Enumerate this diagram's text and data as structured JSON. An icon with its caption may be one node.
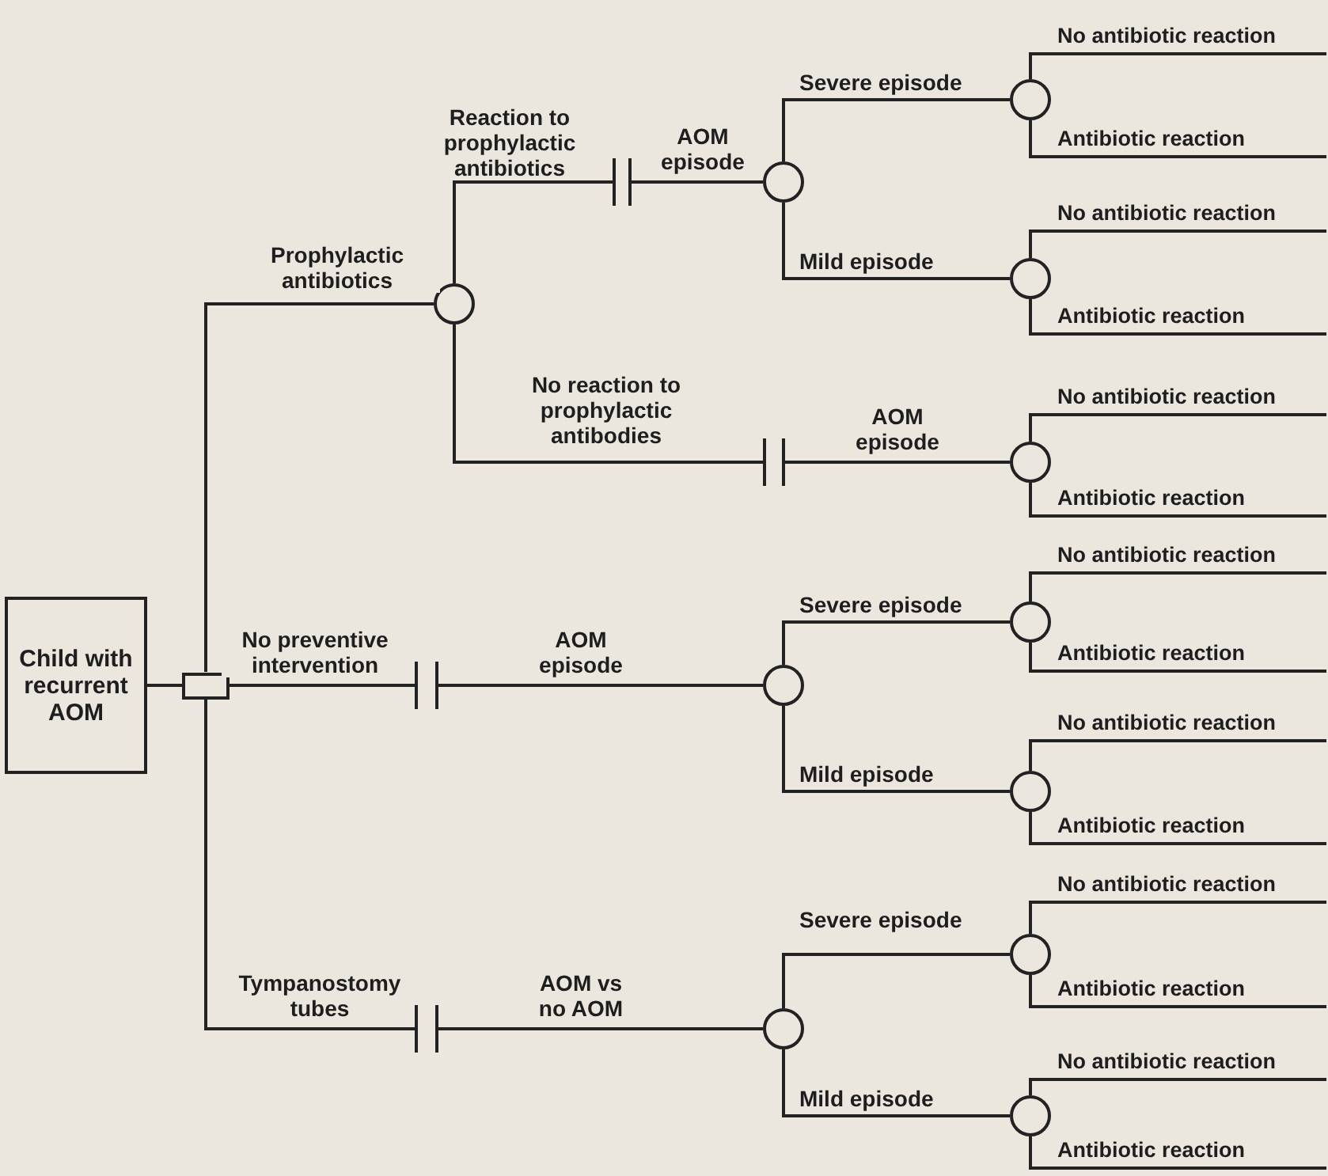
{
  "diagram": {
    "nodes": [
      {
        "text": [
          "Child with recurrent AOM"
        ]
      },
      {
        "text": [],
        "shape": "box"
      },
      {
        "text": [],
        "shape": "circle"
      },
      {
        "text": [],
        "shape": "bar"
      },
      {
        "text": [],
        "shape": "circle"
      },
      {
        "text": [],
        "shape": "bar"
      },
      {
        "text": [],
        "shape": "bar"
      },
      {
        "text": [],
        "shape": "circle"
      },
      {
        "text": [],
        "shape": "bar"
      },
      {
        "text": [],
        "shape": "circle"
      },
      {
        "text": [],
        "shape": "circle"
      },
      {
        "text": [],
        "shape": "circle"
      },
      {
        "text": [],
        "shape": "circle"
      },
      {
        "text": [],
        "shape": "circle"
      },
      {
        "text": [],
        "shape": "circle"
      },
      {
        "text": [],
        "shape": "circle"
      },
      {
        "text": [],
        "shape": "circle"
      }
    ],
    "edges": [
      {
        "from": 0,
        "to": 1,
        "arrow": "none"
      },
      {
        "from": 1,
        "to": 2,
        "arrow": "none",
        "label": "Prophylactic antibiotics"
      },
      {
        "from": 1,
        "to": 6,
        "arrow": "none",
        "label": "No preventive intervention"
      },
      {
        "from": 1,
        "to": 8,
        "arrow": "none",
        "label": "Tympanostomy tubes"
      },
      {
        "from": 2,
        "to": 3,
        "arrow": "none",
        "label": "Reaction to prophylactic antibiotics"
      },
      {
        "from": 3,
        "to": 4,
        "arrow": "none",
        "label": "AOM episode"
      },
      {
        "from": 2,
        "to": 5,
        "arrow": "none",
        "label": "No reaction to prophylactic antibodies"
      },
      {
        "from": 5,
        "to": 12,
        "arrow": "none",
        "label": "AOM episode"
      },
      {
        "from": 4,
        "to": 10,
        "arrow": "none",
        "label": "Severe episode"
      },
      {
        "from": 4,
        "to": 11,
        "arrow": "none",
        "label": "Mild episode"
      },
      {
        "from": 6,
        "to": 7,
        "arrow": "none",
        "label": "AOM episode"
      },
      {
        "from": 7,
        "to": 13,
        "arrow": "none",
        "label": "Severe episode"
      },
      {
        "from": 7,
        "to": 14,
        "arrow": "none",
        "label": "Mild episode"
      },
      {
        "from": 8,
        "to": 9,
        "arrow": "none",
        "label": "AOM vs no AOM"
      },
      {
        "from": 9,
        "to": 15,
        "arrow": "none",
        "label": "Severe episode"
      },
      {
        "from": 9,
        "to": 16,
        "arrow": "none",
        "label": "Mild episode"
      },
      {
        "from": 10,
        "to": null,
        "arrow": "none",
        "label": "No antibiotic reaction"
      },
      {
        "from": 10,
        "to": null,
        "arrow": "none",
        "label": "Antibiotic reaction"
      },
      {
        "from": 11,
        "to": null,
        "arrow": "none",
        "label": "No antibiotic reaction"
      },
      {
        "from": 11,
        "to": null,
        "arrow": "none",
        "label": "Antibiotic reaction"
      },
      {
        "from": 12,
        "to": null,
        "arrow": "none",
        "label": "No antibiotic reaction"
      },
      {
        "from": 12,
        "to": null,
        "arrow": "none",
        "label": "Antibiotic reaction"
      },
      {
        "from": 13,
        "to": null,
        "arrow": "none",
        "label": "No antibiotic reaction"
      },
      {
        "from": 13,
        "to": null,
        "arrow": "none",
        "label": "Antibiotic reaction"
      },
      {
        "from": 14,
        "to": null,
        "arrow": "none",
        "label": "No antibiotic reaction"
      },
      {
        "from": 14,
        "to": null,
        "arrow": "none",
        "label": "Antibiotic reaction"
      },
      {
        "from": 15,
        "to": null,
        "arrow": "none",
        "label": "No antibiotic reaction"
      },
      {
        "from": 15,
        "to": null,
        "arrow": "none",
        "label": "Antibiotic reaction"
      },
      {
        "from": 16,
        "to": null,
        "arrow": "none",
        "label": "No antibiotic reaction"
      },
      {
        "from": 16,
        "to": null,
        "arrow": "none",
        "label": "Antibiotic reaction"
      }
    ]
  }
}
